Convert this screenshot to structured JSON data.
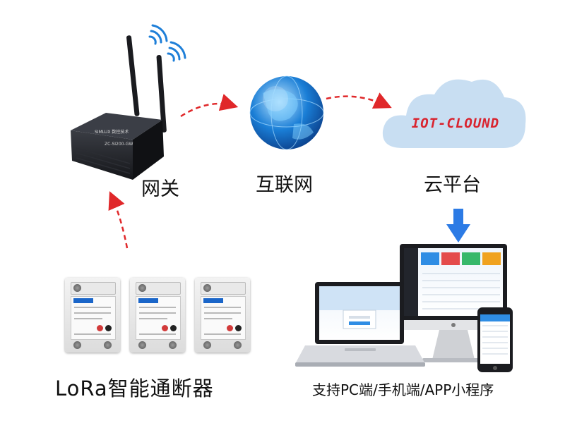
{
  "nodes": {
    "gateway_label": "网关",
    "internet_label": "互联网",
    "cloud_label": "云平台",
    "cloud_text": "IOT-CLOUND",
    "breaker_label": "LoRa智能通断器",
    "clients_label": "支持PC端/手机端/APP小程序"
  },
  "colors": {
    "arrow_red": "#e0282a",
    "arrow_blue": "#2c7be5",
    "cloud_fill": "#c8def2",
    "cloud_text": "#d9242f",
    "globe_blue": "#1a7ed6",
    "gateway_body": "#1d1f24",
    "wifi_blue": "#1e7fd8"
  },
  "icons": [
    "gateway-router-icon",
    "wifi-signal-icon",
    "globe-icon",
    "cloud-icon",
    "down-arrow-icon",
    "breaker-icon",
    "laptop-icon",
    "monitor-icon",
    "phone-icon"
  ]
}
